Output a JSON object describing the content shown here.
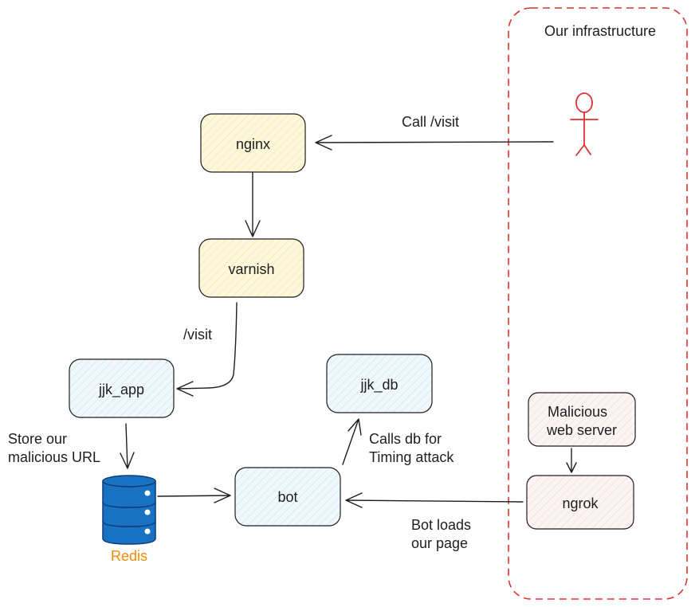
{
  "colors": {
    "stroke": "#1e1e1e",
    "yellow_fill": "#fdf6d8",
    "blue_fill": "#e7f5fb",
    "pink_fill": "#fbeeee",
    "infra_border": "#e03131",
    "person": "#e03131",
    "redis_fill": "#1971c2",
    "redis_label": "#f08c00"
  },
  "infrastructure": {
    "label": "Our infrastructure"
  },
  "nodes": {
    "nginx": "nginx",
    "varnish": "varnish",
    "jjk_app": "jjk_app",
    "jjk_db": "jjk_db",
    "bot": "bot",
    "malicious_server": [
      "Malicious",
      "web server"
    ],
    "ngrok": "ngrok",
    "redis": "Redis"
  },
  "labels": {
    "call_visit": "Call /visit",
    "visit_path": "/visit",
    "store_url": [
      "Store our",
      "malicious URL"
    ],
    "calls_db": [
      "Calls db for",
      "Timing attack"
    ],
    "bot_loads": [
      "Bot loads",
      "our page"
    ]
  },
  "icons": {
    "attacker": "stick-figure-icon",
    "database": "database-icon"
  }
}
